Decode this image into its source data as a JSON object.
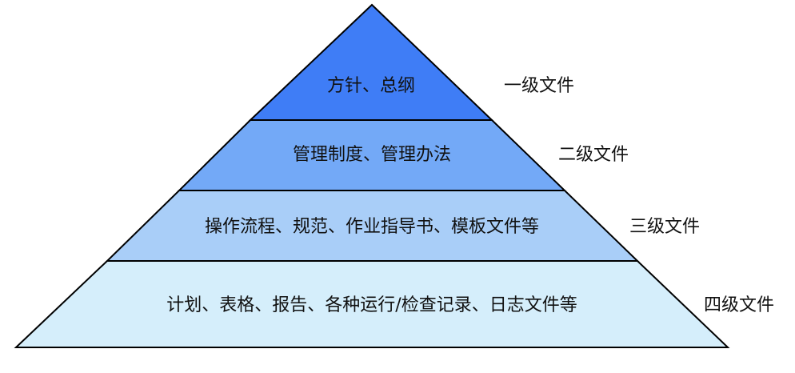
{
  "diagram": {
    "type": "pyramid",
    "levels": [
      {
        "content": "方针、总纲",
        "label": "一级文件",
        "fill": "#3f7df6"
      },
      {
        "content": "管理制度、管理办法",
        "label": "二级文件",
        "fill": "#73a9f7"
      },
      {
        "content": "操作流程、规范、作业指导书、模板文件等",
        "label": "三级文件",
        "fill": "#a9cef8"
      },
      {
        "content": "计划、表格、报告、各种运行/检查记录、日志文件等",
        "label": "四级文件",
        "fill": "#d5eefb"
      }
    ],
    "stroke_color": "#000000"
  }
}
